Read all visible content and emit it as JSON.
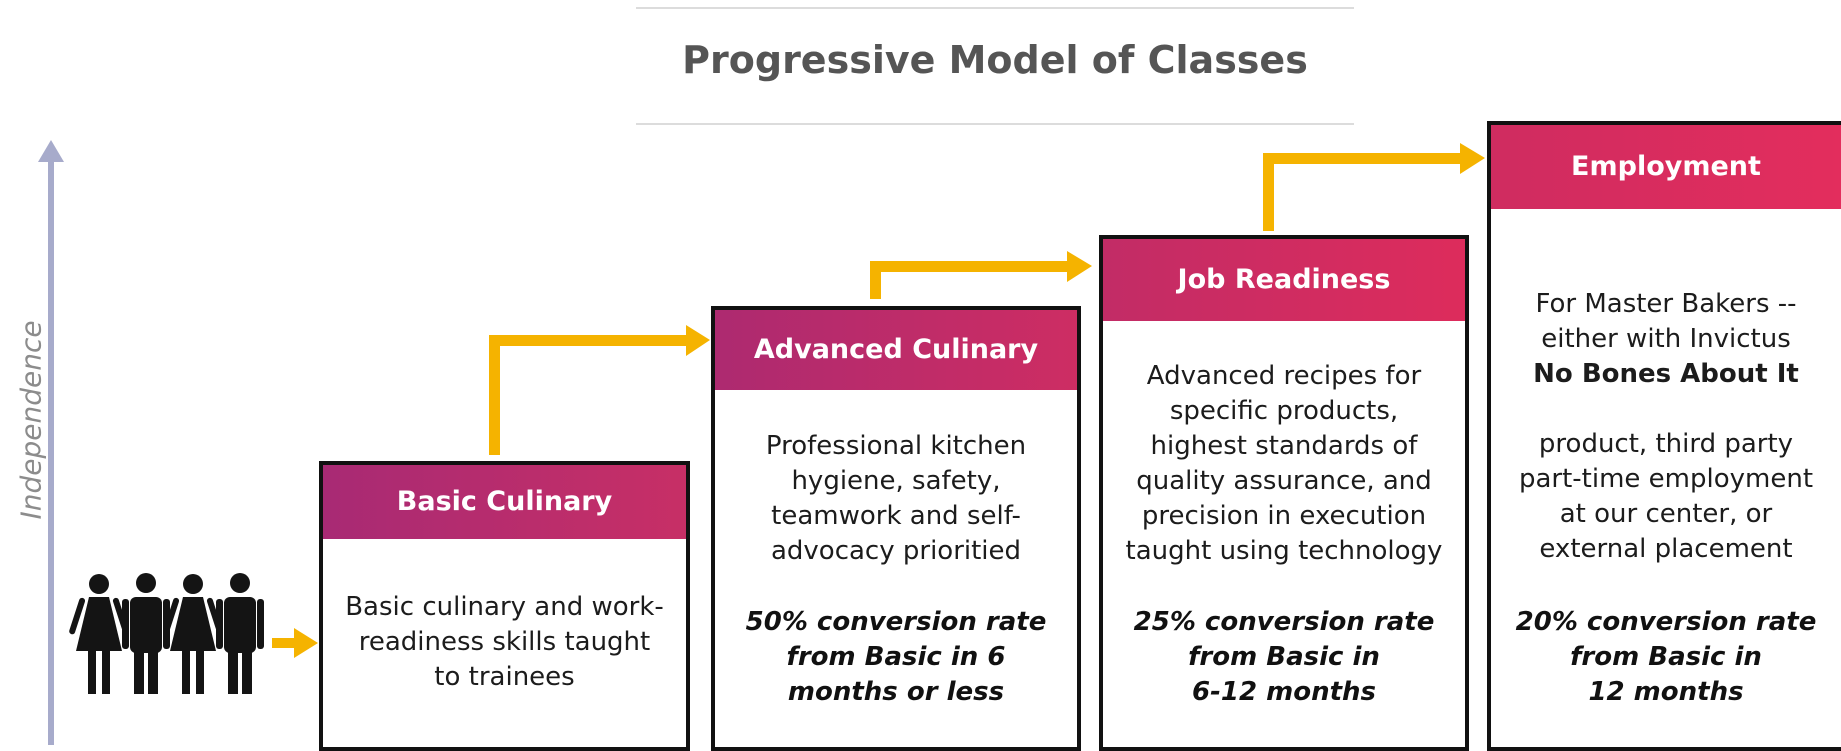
{
  "title": "Progressive Model of Classes",
  "axis_label": "Independence",
  "colors": {
    "arrow": "#f5b300",
    "axis": "#a7abcb",
    "header_start": "#b02a6f",
    "header_end": "#d92b5e"
  },
  "people_icon": "group-of-people-icon",
  "stages": [
    {
      "title": "Basic Culinary",
      "description": "Basic culinary and work-\nreadiness skills taught\nto trainees",
      "rate": ""
    },
    {
      "title": "Advanced Culinary",
      "description": "Professional kitchen\nhygiene, safety,\nteamwork and self-\nadvocacy prioritied",
      "rate": "50% conversion rate\nfrom Basic in 6\nmonths or less"
    },
    {
      "title": "Job Readiness",
      "description": "Advanced recipes for\nspecific products,\nhighest standards of\nquality assurance, and\nprecision in execution\ntaught using technology",
      "rate": "25% conversion rate\nfrom Basic in\n6-12 months"
    },
    {
      "title": "Employment",
      "description_before": "For Master Bakers --\neither with Invictus",
      "description_bold": "No Bones About It",
      "description_after": "product, third party\npart-time employment\nat our center, or\nexternal placement",
      "rate": "20% conversion rate\nfrom Basic in\n12 months"
    }
  ]
}
